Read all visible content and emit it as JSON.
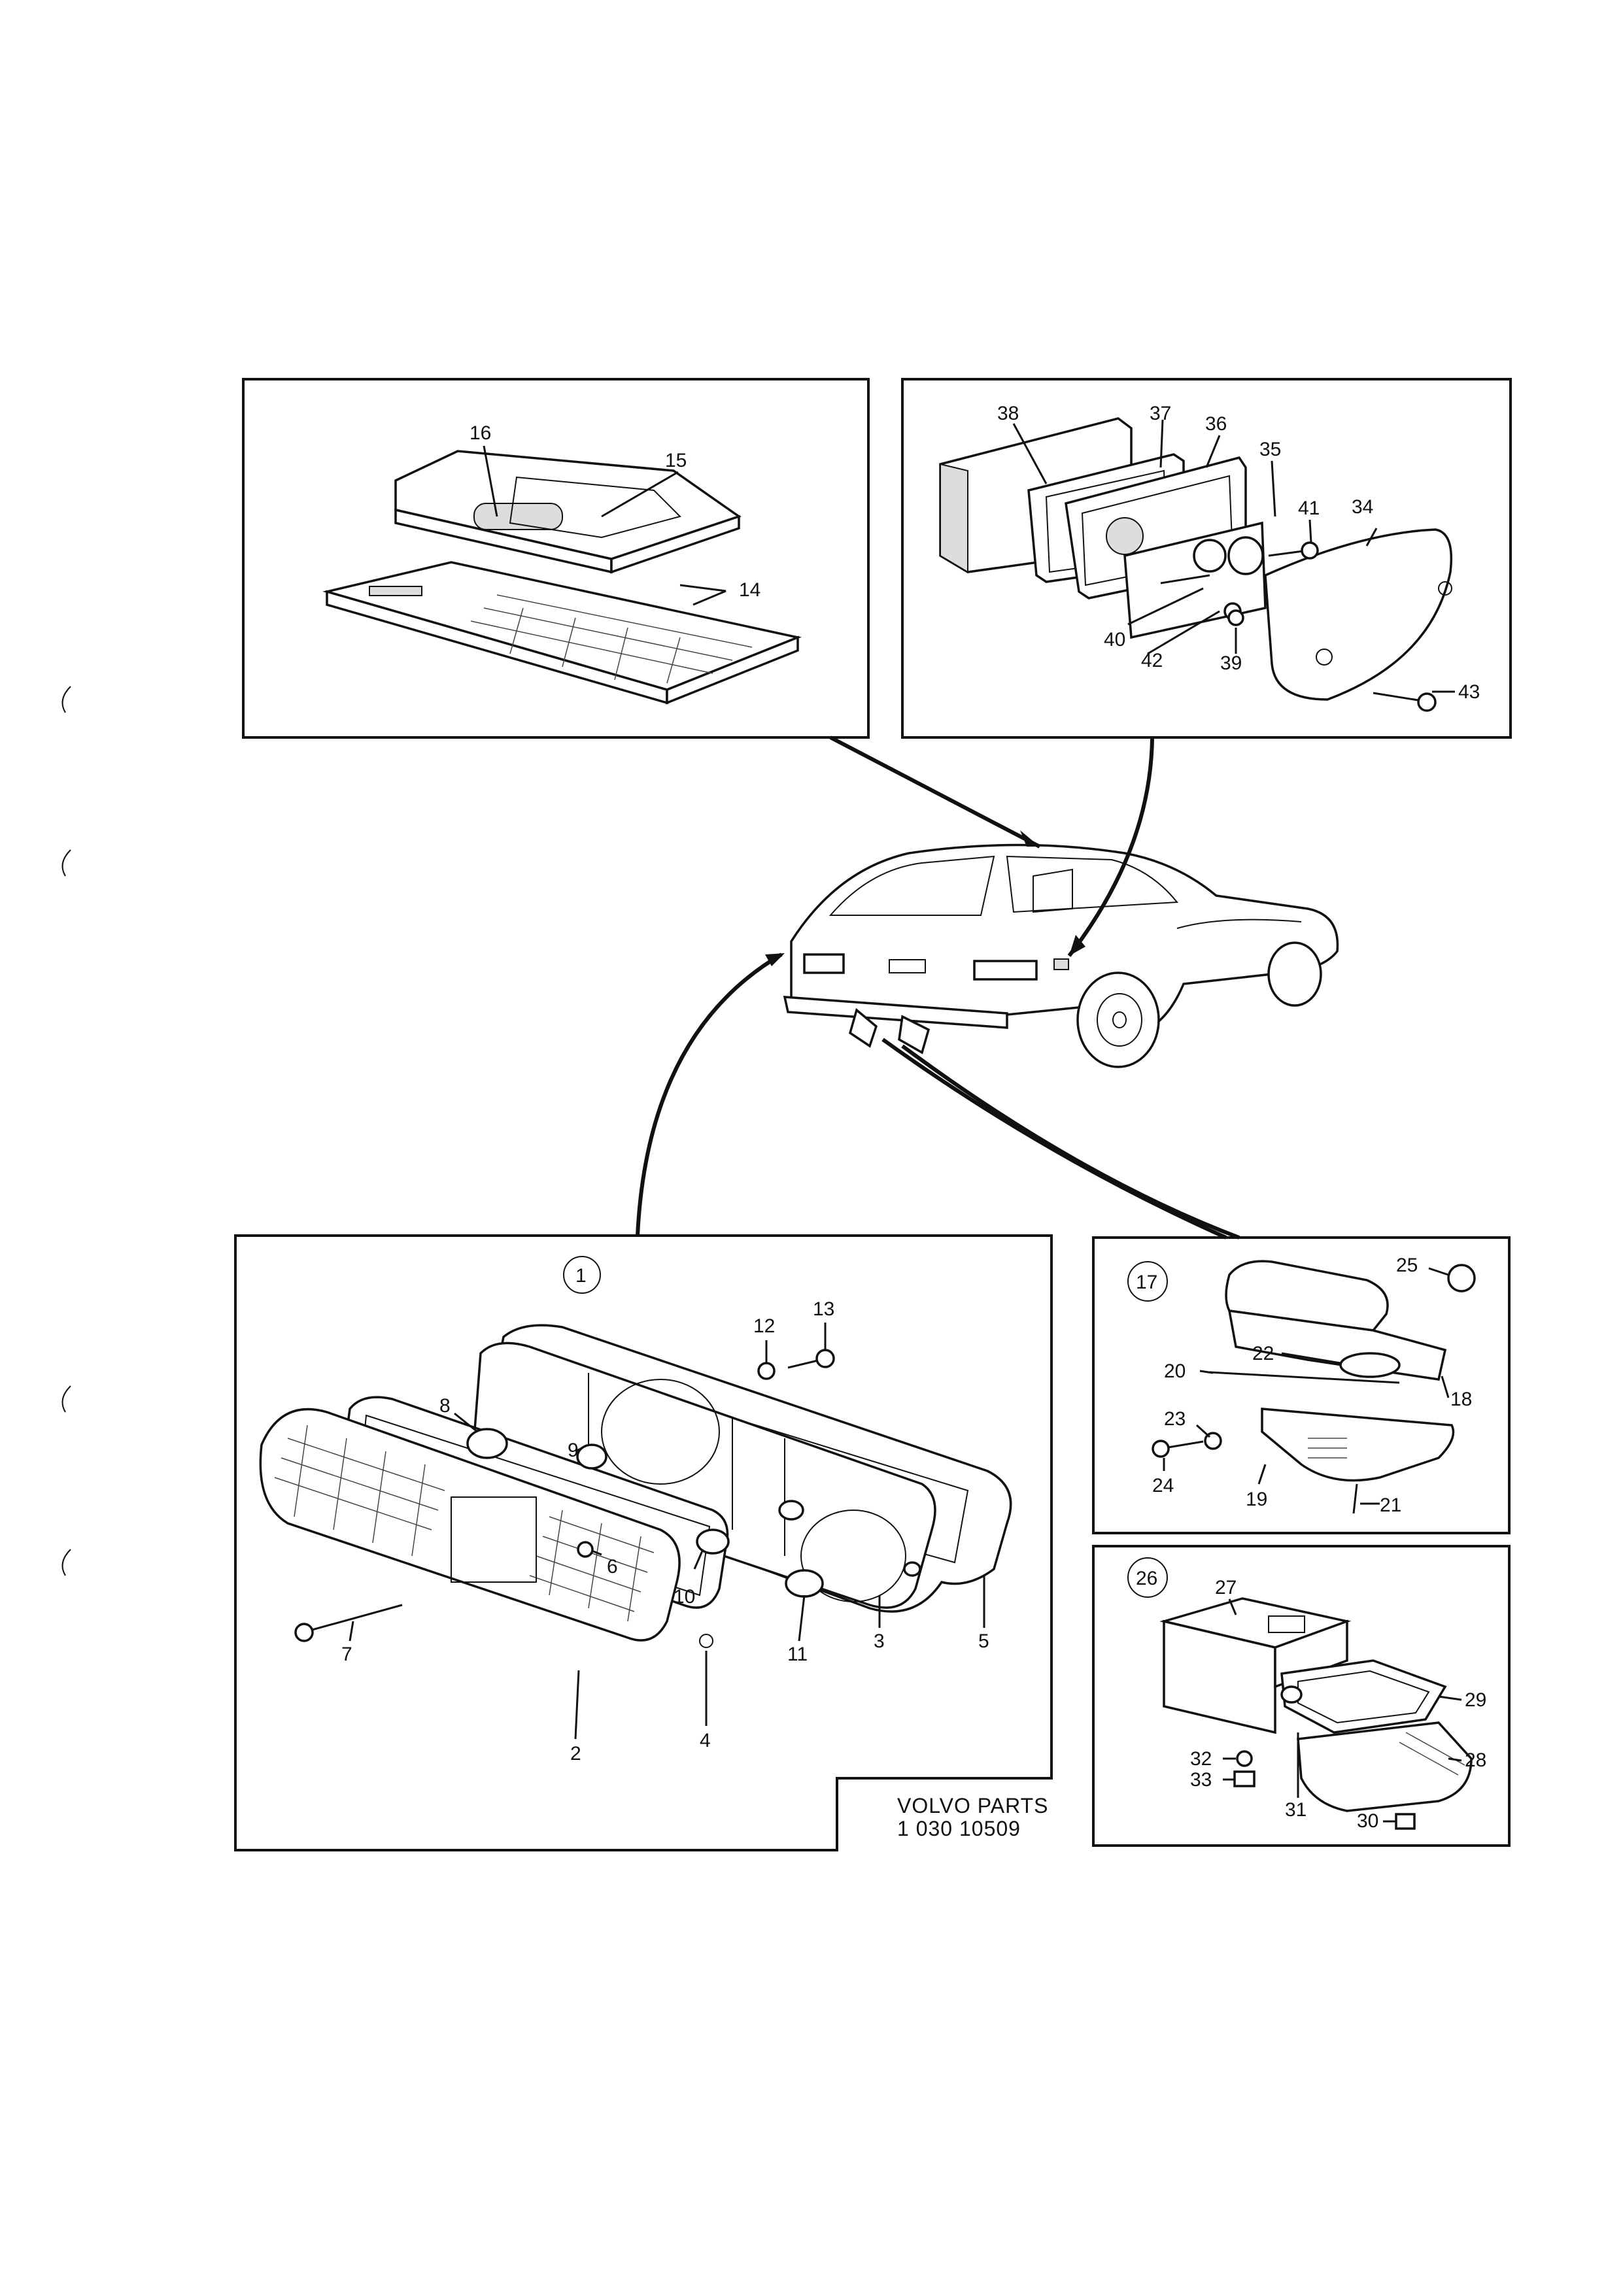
{
  "document": {
    "code_line1": "VOLVO PARTS",
    "code_line2": "1 030 10509"
  },
  "panels": {
    "top_left": {
      "labels": [
        "16",
        "15",
        "14"
      ]
    },
    "top_right": {
      "labels": [
        "38",
        "37",
        "36",
        "35",
        "41",
        "34",
        "40",
        "42",
        "39",
        "43"
      ]
    },
    "main": {
      "group": "1",
      "labels": [
        "12",
        "13",
        "8",
        "9",
        "6",
        "10",
        "7",
        "11",
        "3",
        "5",
        "2",
        "4"
      ]
    },
    "plate_light": {
      "group": "17",
      "labels": [
        "25",
        "22",
        "20",
        "18",
        "23",
        "24",
        "19",
        "21"
      ]
    },
    "interior_light": {
      "group": "26",
      "labels": [
        "27",
        "29",
        "28",
        "32",
        "33",
        "31",
        "30"
      ]
    }
  }
}
